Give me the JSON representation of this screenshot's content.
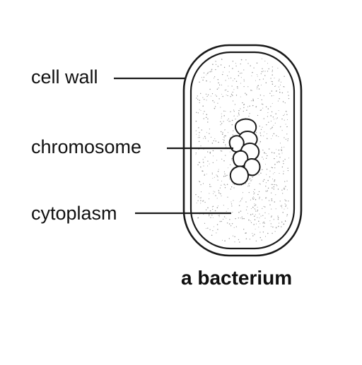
{
  "labels": {
    "cell_wall": "cell wall",
    "chromosome": "chromosome",
    "cytoplasm": "cytoplasm"
  },
  "caption": "a bacterium",
  "colors": {
    "line": "#1a1a1a",
    "stipple": "#9a9a9a",
    "text": "#111111"
  }
}
